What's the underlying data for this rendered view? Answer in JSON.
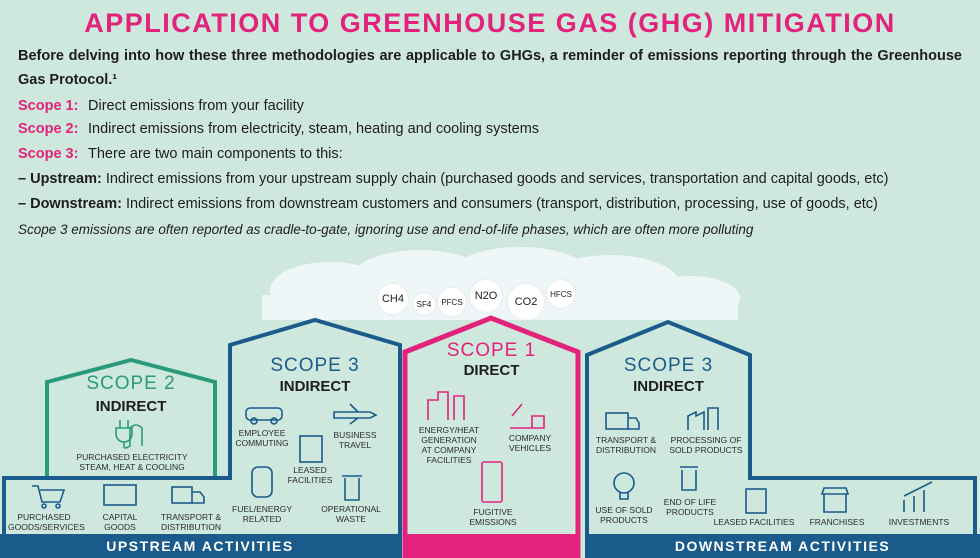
{
  "title": "APPLICATION TO GREENHOUSE GAS (GHG) MITIGATION",
  "intro": "Before delving into how these three methodologies are applicable to GHGs, a reminder of emissions reporting through the Greenhouse Gas Protocol.¹",
  "scopes_text": [
    {
      "label": "Scope 1:",
      "text": "Direct emissions from your facility"
    },
    {
      "label": "Scope 2:",
      "text": "Indirect emissions from electricity, steam, heating and cooling systems"
    },
    {
      "label": "Scope 3:",
      "text": "There are two main components to this:"
    }
  ],
  "upstream": {
    "label": "– Upstream:",
    "text": " Indirect emissions from your upstream supply chain (purchased goods and services, transportation and capital goods, etc)"
  },
  "downstream": {
    "label": "– Downstream:",
    "text": " Indirect emissions from downstream customers and consumers (transport, distribution, processing, use of goods, etc)"
  },
  "note": "Scope 3 emissions are often reported as cradle-to-gate, ignoring use and end-of-life phases, which are often more polluting",
  "gases": [
    "CH4",
    "SF4",
    "PFCS",
    "N2O",
    "CO2",
    "HFCS"
  ],
  "scope2": {
    "title": "SCOPE 2",
    "type": "INDIRECT",
    "item": "PURCHASED ELECTRICITY STEAM, HEAT & COOLING"
  },
  "scope3_up": {
    "title": "SCOPE 3",
    "type": "INDIRECT",
    "items": [
      "EMPLOYEE COMMUTING",
      "BUSINESS TRAVEL",
      "LEASED FACILITIES",
      "FUEL/ENERGY RELATED",
      "OPERATIONAL WASTE"
    ]
  },
  "scope1": {
    "title": "SCOPE 1",
    "type": "DIRECT",
    "items": [
      "ENERGY/HEAT GENERATION AT COMPANY FACILITIES",
      "COMPANY VEHICLES",
      "FUGITIVE EMISSIONS"
    ]
  },
  "scope3_down": {
    "title": "SCOPE 3",
    "type": "INDIRECT",
    "items": [
      "TRANSPORT & DISTRIBUTION",
      "PROCESSING OF SOLD PRODUCTS",
      "USE OF SOLD PRODUCTS",
      "END OF LIFE PRODUCTS"
    ]
  },
  "upstream_band": {
    "label": "UPSTREAM ACTIVITIES",
    "items": [
      "PURCHASED GOODS/SERVICES",
      "CAPITAL GOODS",
      "TRANSPORT & DISTRIBUTION"
    ]
  },
  "downstream_band": {
    "label": "DOWNSTREAM ACTIVITIES",
    "items": [
      "LEASED FACILITIES",
      "FRANCHISES",
      "INVESTMENTS"
    ]
  },
  "colors": {
    "pink": "#e3237b",
    "blue": "#1b5b8c",
    "green": "#2a9a7c",
    "bg": "#cfe8de"
  }
}
